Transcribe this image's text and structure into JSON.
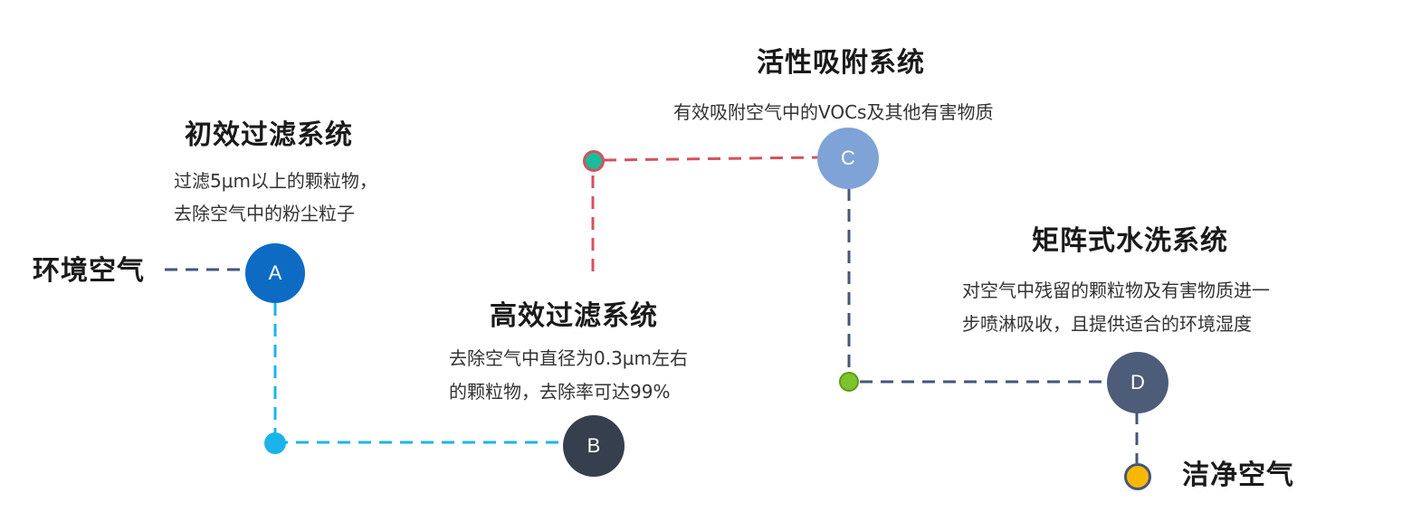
{
  "endpoints": {
    "start": "环境空气",
    "end": "洁净空气"
  },
  "stages": [
    {
      "key": "A",
      "title": "初效过滤系统",
      "desc": [
        "过滤5μm以上的颗粒物，",
        "去除空气中的粉尘粒子"
      ],
      "color": "#0e6bc4"
    },
    {
      "key": "B",
      "title": "高效过滤系统",
      "desc": [
        "去除空气中直径为0.3μm左右",
        "的颗粒物，去除率可达99%"
      ],
      "color": "#363f4e"
    },
    {
      "key": "C",
      "title": "活性吸附系统",
      "desc": [
        "有效吸附空气中的VOCs及其他有害物质"
      ],
      "color": "#7fa3d6"
    },
    {
      "key": "D",
      "title": "矩阵式水洗系统",
      "desc": [
        "对空气中残留的颗粒物及有害物质进一",
        "步喷淋吸收，且提供适合的环境湿度"
      ],
      "color": "#4d5c78"
    }
  ],
  "connector_colors": {
    "start_to_A": "#44567a",
    "A_to_B": "#1ab4ea",
    "B_to_C": "#d4525c",
    "C_to_D": "#44567a",
    "D_to_end": "#44567a"
  },
  "junction_colors": {
    "AB": "#1ab4ea",
    "BC_fill": "#1abc9c",
    "BC_ring": "#d4525c",
    "CD": "#7cc42b",
    "end": "#f6b800"
  }
}
